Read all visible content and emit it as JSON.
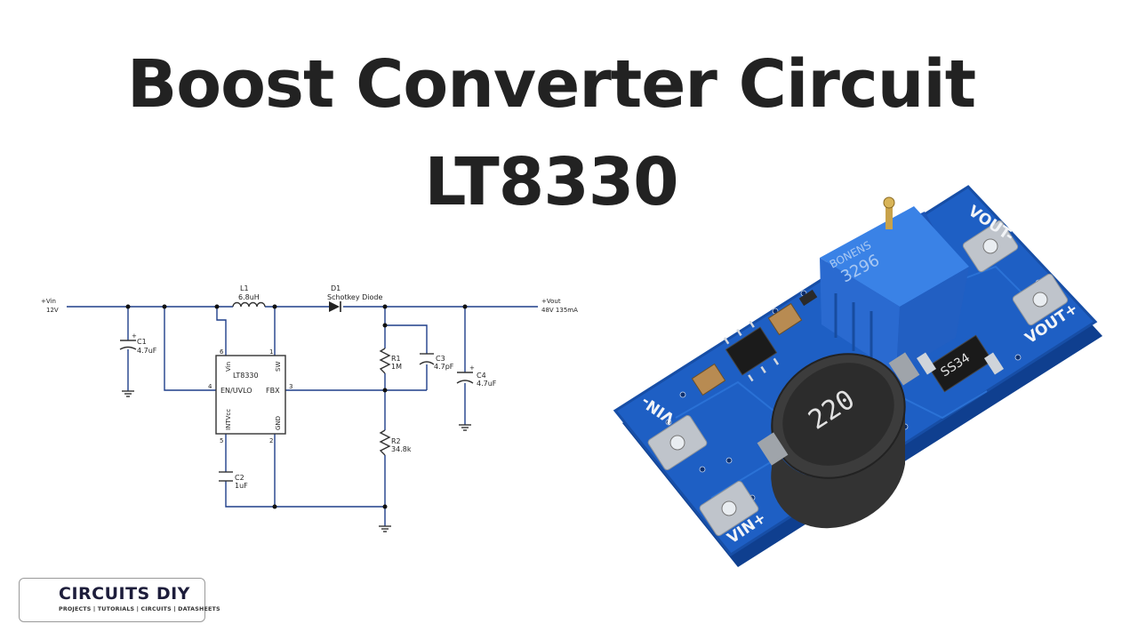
{
  "title": {
    "line1": "Boost Converter Circuit",
    "line2": "LT8330"
  },
  "schematic": {
    "vin_label": "+Vin",
    "vin_value": "12V",
    "vout_label": "+Vout",
    "vout_value": "48V 135mA",
    "L1": {
      "ref": "L1",
      "value": "6.8uH"
    },
    "D1": {
      "ref": "D1",
      "value": "Schotkey Diode"
    },
    "C1": {
      "ref": "C1",
      "value": "4.7uF"
    },
    "C2": {
      "ref": "C2",
      "value": "1uF"
    },
    "C3": {
      "ref": "C3",
      "value": "4.7pF"
    },
    "C4": {
      "ref": "C4",
      "value": "4.7uF"
    },
    "R1": {
      "ref": "R1",
      "value": "1M"
    },
    "R2": {
      "ref": "R2",
      "value": "34.8k"
    },
    "ic": {
      "name": "LT8330",
      "pins": {
        "vin": "Vin",
        "sw": "SW",
        "en": "EN/UVLO",
        "fbx": "FBX",
        "intvcc": "INTVcc",
        "gnd": "GND",
        "n6": "6",
        "n1": "1",
        "n4": "4",
        "n3": "3",
        "n5": "5",
        "n2": "2"
      }
    }
  },
  "module": {
    "pot_brand": "BONENS",
    "pot_code": "3296",
    "inductor_code": "220",
    "diode_code": "SS34",
    "pad_vout_minus": "VOUT-",
    "pad_vout_plus": "VOUT+",
    "pad_vin_minus": "VIN-",
    "pad_vin_plus": "VIN+"
  },
  "logo": {
    "name": "CIRCUITS DIY",
    "tagline": "PROJECTS | TUTORIALS | CIRCUITS | DATASHEETS"
  },
  "colors": {
    "title": "#222222",
    "wire": "#1f3e8a",
    "pcb": "#1e5fc4",
    "pot": "#2b6fd6"
  }
}
